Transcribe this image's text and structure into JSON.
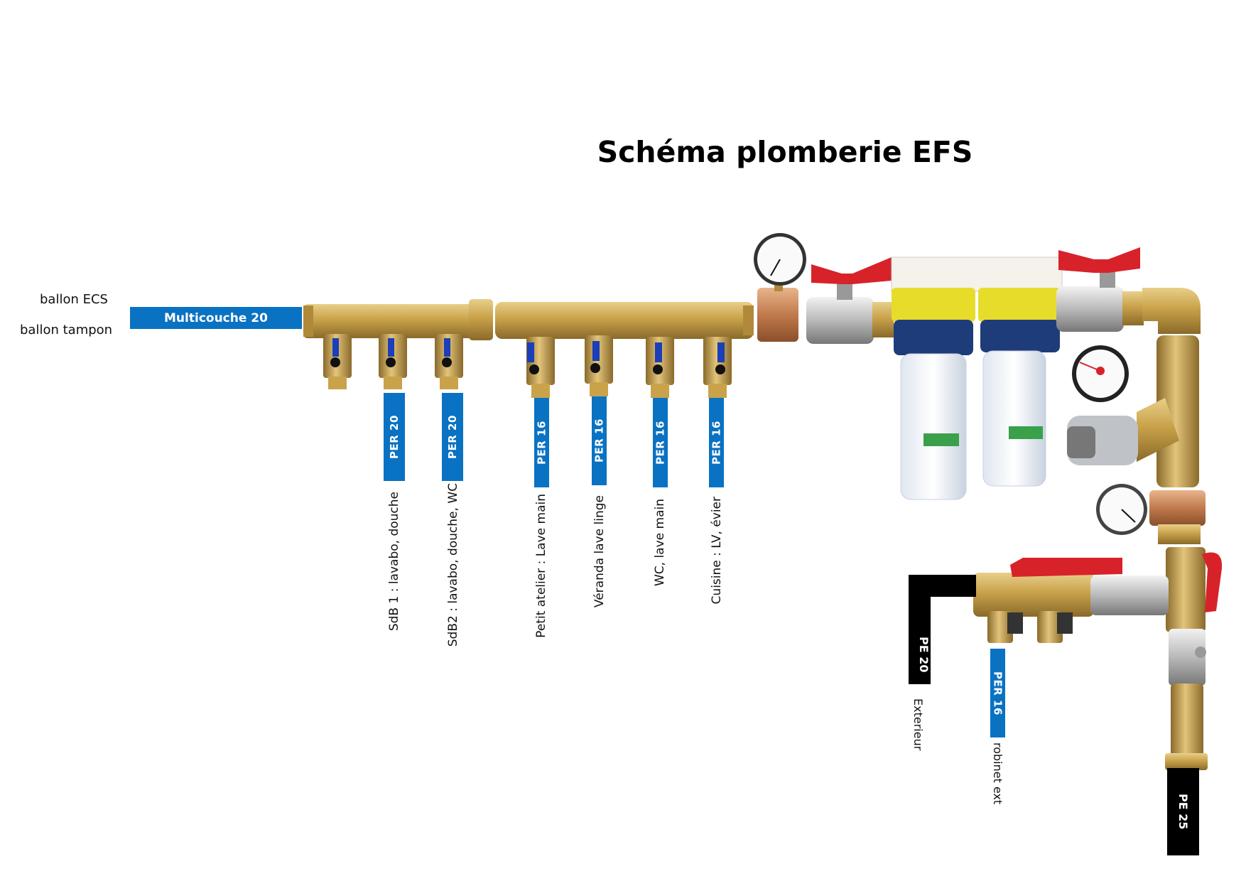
{
  "title": "Schéma plomberie EFS",
  "inlet_labels": [
    "ballon ECS",
    "ballon tampon"
  ],
  "supply_pipe": "Multicouche 20",
  "circuits": [
    {
      "pipe": "PER  20",
      "destination": "SdB 1 : lavabo, douche"
    },
    {
      "pipe": "PER  20",
      "destination": "SdB2 : lavabo, douche, WC"
    },
    {
      "pipe": "PER 16",
      "destination": "Petit atelier : Lave main"
    },
    {
      "pipe": "PER 16",
      "destination": "Véranda lave linge"
    },
    {
      "pipe": "PER 16",
      "destination": "WC, lave main"
    },
    {
      "pipe": "PER 16",
      "destination": "Cuisine : LV, évier"
    }
  ],
  "outdoor": {
    "pipe_exterior": "PE 20",
    "exterior_label": "Exterieur",
    "tap_pipe": "PER 16",
    "tap_label": "robinet ext"
  },
  "main_inlet": "PE 25",
  "colors": {
    "per_blue": "#0a72c2",
    "pe_black": "#000000",
    "brass": "#c9a24a",
    "valve_red": "#d8222a",
    "filter_yellow": "#e8dc2a",
    "filter_blue": "#1f3c7a"
  }
}
